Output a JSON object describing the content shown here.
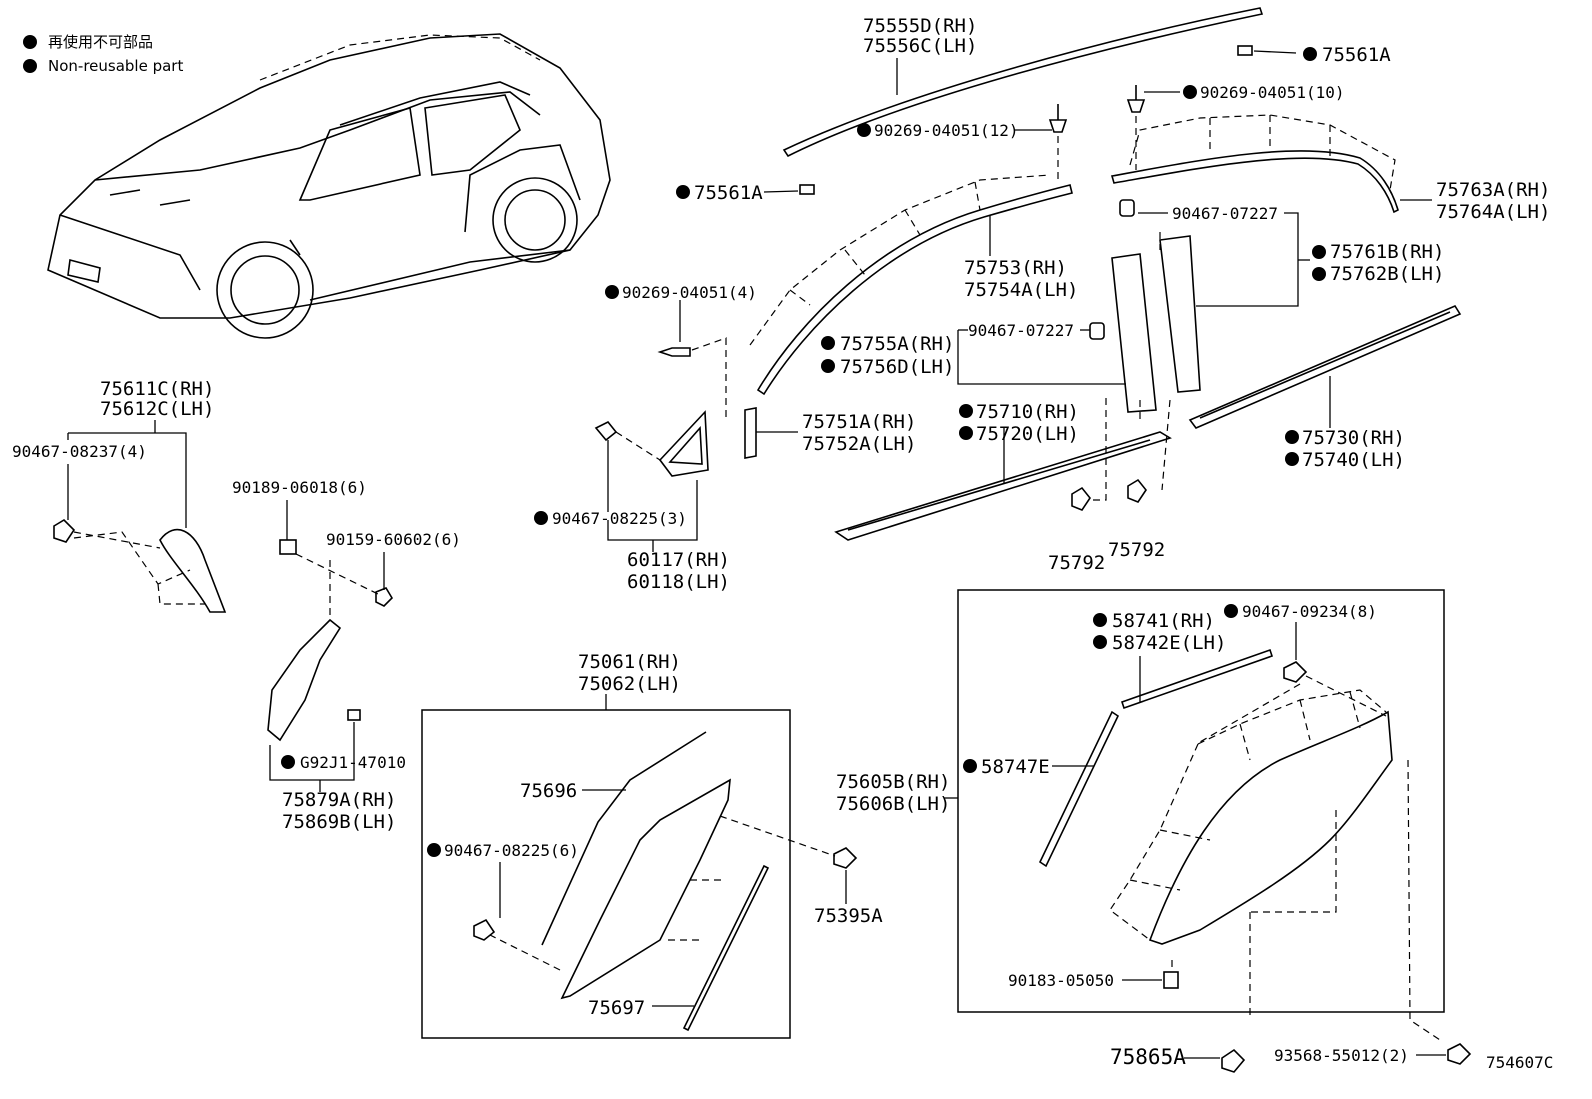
{
  "legend": {
    "jp": "再使用不可部品",
    "en": "Non-reusable part"
  },
  "figure_id": "754607C",
  "labels": {
    "l75555": [
      "75555D(RH)",
      "75556C(LH)"
    ],
    "l75561a_top": "75561A",
    "l90269_10": "90269-04051(10)",
    "l90269_12": "90269-04051(12)",
    "l75561a_left": "75561A",
    "l75763": [
      "75763A(RH)",
      "75764A(LH)"
    ],
    "l90467_07227_top": "90467-07227",
    "l75761": [
      "75761B(RH)",
      "75762B(LH)"
    ],
    "l75753": [
      "75753(RH)",
      "75754A(LH)"
    ],
    "l90269_4": "90269-04051(4)",
    "l75755": [
      "75755A(RH)",
      "75756D(LH)"
    ],
    "l90467_07227_mid": "90467-07227",
    "l75710": [
      "75710(RH)",
      "75720(LH)"
    ],
    "l75751": [
      "75751A(RH)",
      "75752A(LH)"
    ],
    "l75730": [
      "75730(RH)",
      "75740(LH)"
    ],
    "l90467_08225_3": "90467-08225(3)",
    "l60117": [
      "60117(RH)",
      "60118(LH)"
    ],
    "l75792_a": "75792",
    "l75792_b": "75792",
    "l75611": [
      "75611C(RH)",
      "75612C(LH)"
    ],
    "l90467_08237": "90467-08237(4)",
    "l90189": "90189-06018(6)",
    "l90159": "90159-60602(6)",
    "lG92J1": "G92J1-47010",
    "l75879": [
      "75879A(RH)",
      "75869B(LH)"
    ],
    "l75061": [
      "75061(RH)",
      "75062(LH)"
    ],
    "l75696": "75696",
    "l90467_08225_6": "90467-08225(6)",
    "l75395": "75395A",
    "l75697": "75697",
    "l58741": [
      "58741(RH)",
      "58742E(LH)"
    ],
    "l90467_09234": "90467-09234(8)",
    "l58747": "58747E",
    "l75605": [
      "75605B(RH)",
      "75606B(LH)"
    ],
    "l90183": "90183-05050",
    "l75865": "75865A",
    "l93568": "93568-55012(2)"
  }
}
